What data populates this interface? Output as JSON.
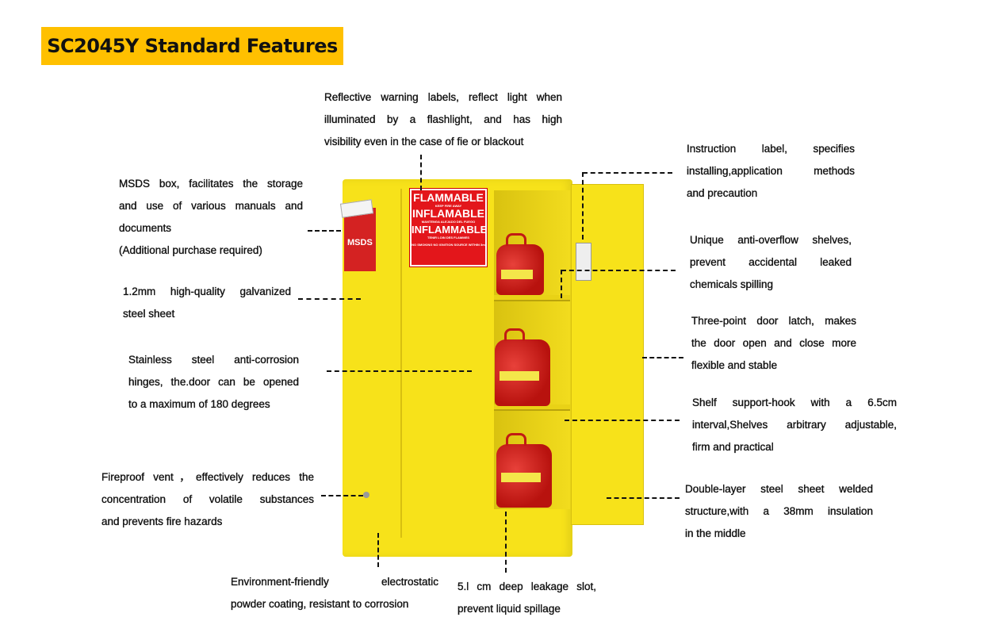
{
  "title": "SC2045Y Standard Features",
  "label": {
    "line1": "FLAMMABLE",
    "sub1": "KEEP FIRE AWAY",
    "line2": "INFLAMABLE",
    "sub2": "MANTENGA ALEJADO DEL FUEGO",
    "line3": "INFLAMMABLE",
    "sub3": "TENIR LOIN DES FLAMMES",
    "warn": "NO SMOKING NO IGNITION SOURCE WITHIN 3m"
  },
  "msds_box": "MSDS",
  "notes": {
    "reflective": [
      "Reflective warning labels, reflect light when",
      "illuminated by a flashlight, and has high",
      "visibility even in the case of fie or blackout"
    ],
    "instruction": [
      "Instruction label, specifies",
      "installing,application methods",
      "and precaution"
    ],
    "msds": [
      "MSDS box, facilitates the storage",
      "and use of various manuals and",
      "documents",
      "(Additional purchase required)"
    ],
    "shelves": [
      "Unique anti-overflow shelves,",
      "prevent accidental leaked",
      "chemicals spilling"
    ],
    "steel": [
      "1.2mm high-quality galvanized",
      "steel sheet"
    ],
    "latch": [
      "Three-point door latch, makes",
      "the door open and close more",
      "flexible and stable"
    ],
    "hinges": [
      "Stainless steel anti-corrosion",
      "hinges, the.door can be opened",
      "to a maximum of 180 degrees"
    ],
    "hook": [
      "Shelf support-hook with a 6.5cm",
      "interval,Shelves arbitrary adjustable,",
      "firm and practical"
    ],
    "vent": [
      "Fireproof vent，effectively reduces the",
      "concentration of volatile substances",
      "and prevents fire hazards"
    ],
    "double": [
      "Double-layer steel sheet welded",
      "structure,with a 38mm insulation",
      "in the middle"
    ],
    "coating": [
      "Environment-friendly electrostatic",
      "powder coating, resistant to corrosion"
    ],
    "slot": [
      "5.l cm deep leakage slot,",
      "prevent liquid spillage"
    ]
  }
}
